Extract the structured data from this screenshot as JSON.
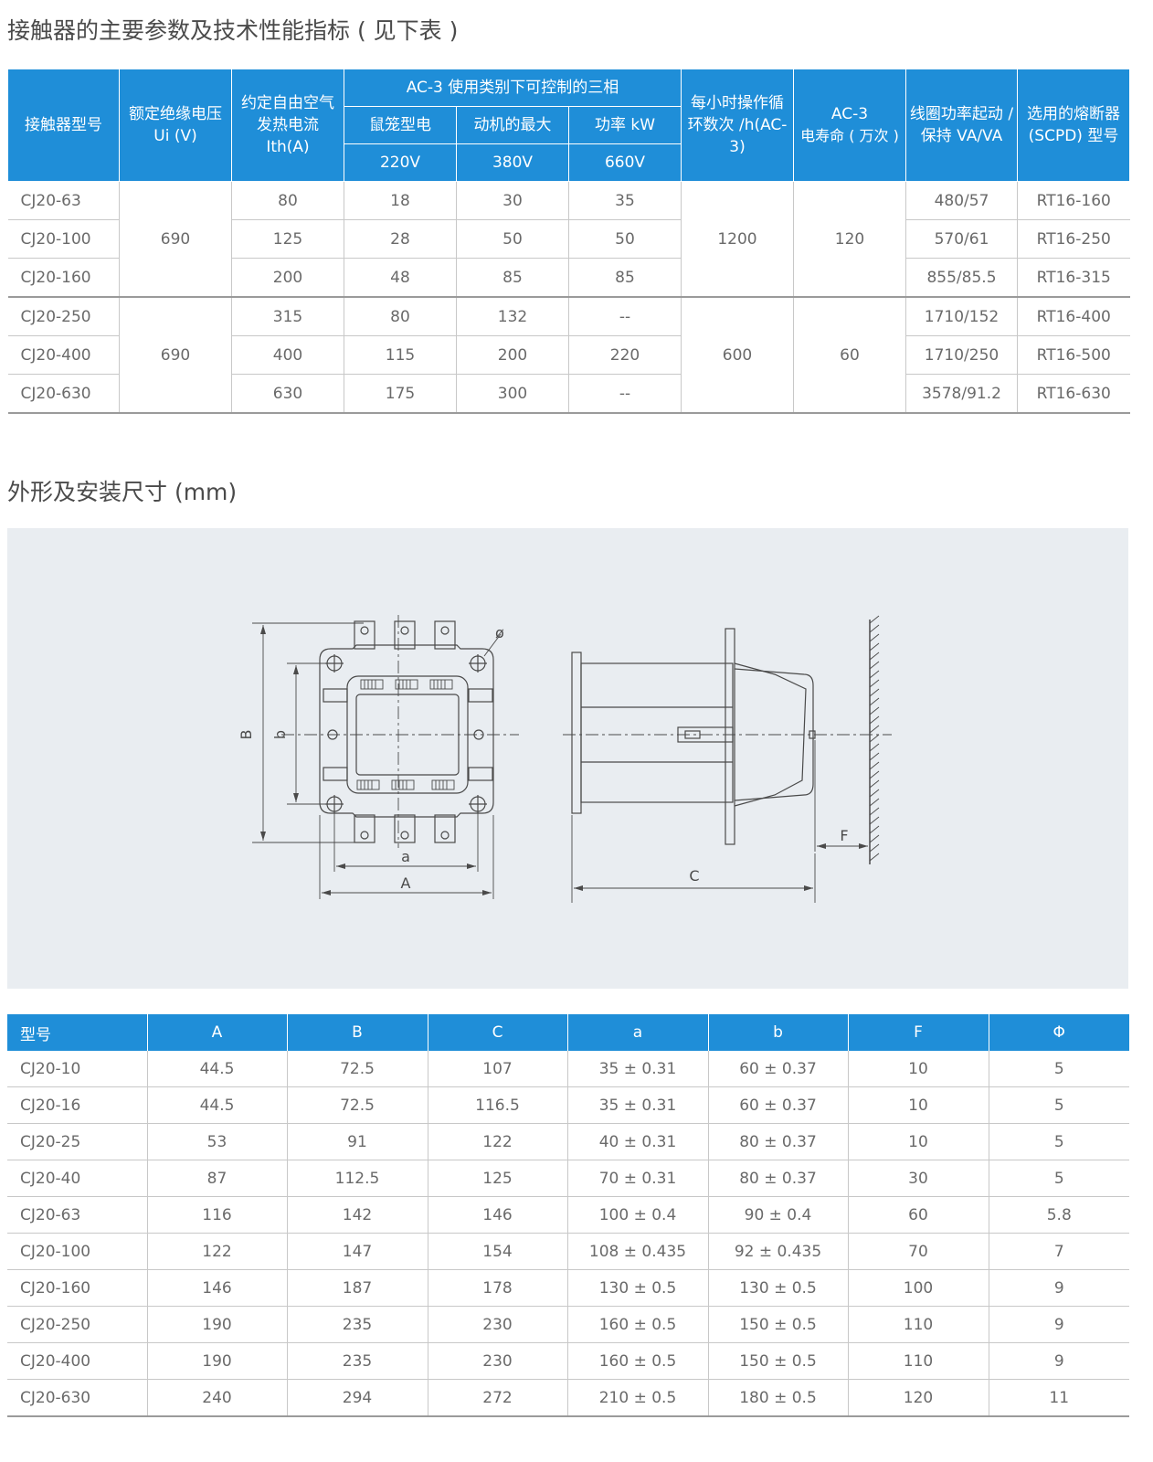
{
  "section1": {
    "title": "接触器的主要参数及技术性能指标 ( 见下表 )"
  },
  "spec_table": {
    "headers": {
      "model": "接触器型号",
      "ui": "额定绝缘电压 Ui (V)",
      "ith": "约定自由空气发热电流 Ith(A)",
      "ac3_group": "AC-3 使用类别下可控制的三相",
      "sub1": "鼠笼型电",
      "sub2": "动机的最大",
      "sub3": "功率 kW",
      "v220": "220V",
      "v380": "380V",
      "v660": "660V",
      "ops": "每小时操作循环数次 /h(AC-3)",
      "life_line1": "AC-3",
      "life_line2": "电寿命 ( 万次 )",
      "coil": "线圈功率起动 / 保持 VA/VA",
      "fuse": "选用的熔断器 (SCPD) 型号"
    },
    "groups": [
      {
        "ui": "690",
        "ops": "1200",
        "life": "120",
        "rows": [
          {
            "model": "CJ20-63",
            "ith": "80",
            "p220": "18",
            "p380": "30",
            "p660": "35",
            "coil": "480/57",
            "fuse": "RT16-160"
          },
          {
            "model": "CJ20-100",
            "ith": "125",
            "p220": "28",
            "p380": "50",
            "p660": "50",
            "coil": "570/61",
            "fuse": "RT16-250"
          },
          {
            "model": "CJ20-160",
            "ith": "200",
            "p220": "48",
            "p380": "85",
            "p660": "85",
            "coil": "855/85.5",
            "fuse": "RT16-315"
          }
        ]
      },
      {
        "ui": "690",
        "ops": "600",
        "life": "60",
        "rows": [
          {
            "model": "CJ20-250",
            "ith": "315",
            "p220": "80",
            "p380": "132",
            "p660": "--",
            "coil": "1710/152",
            "fuse": "RT16-400"
          },
          {
            "model": "CJ20-400",
            "ith": "400",
            "p220": "115",
            "p380": "200",
            "p660": "220",
            "coil": "1710/250",
            "fuse": "RT16-500"
          },
          {
            "model": "CJ20-630",
            "ith": "630",
            "p220": "175",
            "p380": "300",
            "p660": "--",
            "coil": "3578/91.2",
            "fuse": "RT16-630"
          }
        ]
      }
    ]
  },
  "section2": {
    "title": "外形及安装尺寸 (mm)"
  },
  "drawing": {
    "labels": {
      "B": "B",
      "b": "b",
      "a": "a",
      "A": "A",
      "C": "C",
      "F": "F",
      "phi": "ø"
    }
  },
  "dims_table": {
    "headers": [
      "型号",
      "A",
      "B",
      "C",
      "a",
      "b",
      "F",
      "Φ"
    ],
    "rows": [
      [
        "CJ20-10",
        "44.5",
        "72.5",
        "107",
        "35 ± 0.31",
        "60 ± 0.37",
        "10",
        "5"
      ],
      [
        "CJ20-16",
        "44.5",
        "72.5",
        "116.5",
        "35 ± 0.31",
        "60 ± 0.37",
        "10",
        "5"
      ],
      [
        "CJ20-25",
        "53",
        "91",
        "122",
        "40 ± 0.31",
        "80 ± 0.37",
        "10",
        "5"
      ],
      [
        "CJ20-40",
        "87",
        "112.5",
        "125",
        "70 ± 0.31",
        "80 ± 0.37",
        "30",
        "5"
      ],
      [
        "CJ20-63",
        "116",
        "142",
        "146",
        "100 ± 0.4",
        "90 ± 0.4",
        "60",
        "5.8"
      ],
      [
        "CJ20-100",
        "122",
        "147",
        "154",
        "108 ± 0.435",
        "92 ± 0.435",
        "70",
        "7"
      ],
      [
        "CJ20-160",
        "146",
        "187",
        "178",
        "130 ± 0.5",
        "130 ± 0.5",
        "100",
        "9"
      ],
      [
        "CJ20-250",
        "190",
        "235",
        "230",
        "160 ± 0.5",
        "150 ± 0.5",
        "110",
        "9"
      ],
      [
        "CJ20-400",
        "190",
        "235",
        "230",
        "160 ± 0.5",
        "150 ± 0.5",
        "110",
        "9"
      ],
      [
        "CJ20-630",
        "240",
        "294",
        "272",
        "210 ± 0.5",
        "180 ± 0.5",
        "120",
        "11"
      ]
    ]
  }
}
